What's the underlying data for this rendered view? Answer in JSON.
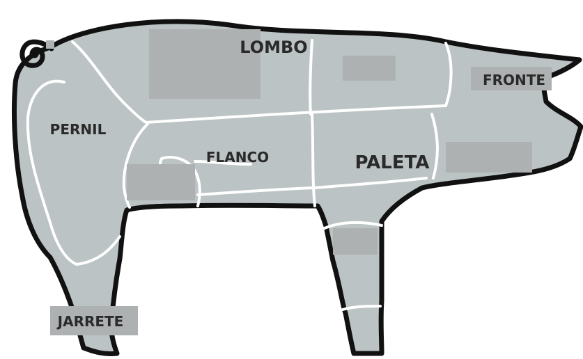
{
  "diagram": {
    "labels": {
      "lombo": "LOMBO",
      "fronte": "FRONTE",
      "pernil": "PERNIL",
      "flanco": "FLANCO",
      "paleta": "PALETA",
      "jarrete": "JARRETE"
    },
    "colors": {
      "body_fill": "#bcc3c4",
      "outline": "#111111",
      "cut_lines": "#ffffff",
      "label_box": "#aeb1b2",
      "text": "#2a2a2a"
    }
  }
}
